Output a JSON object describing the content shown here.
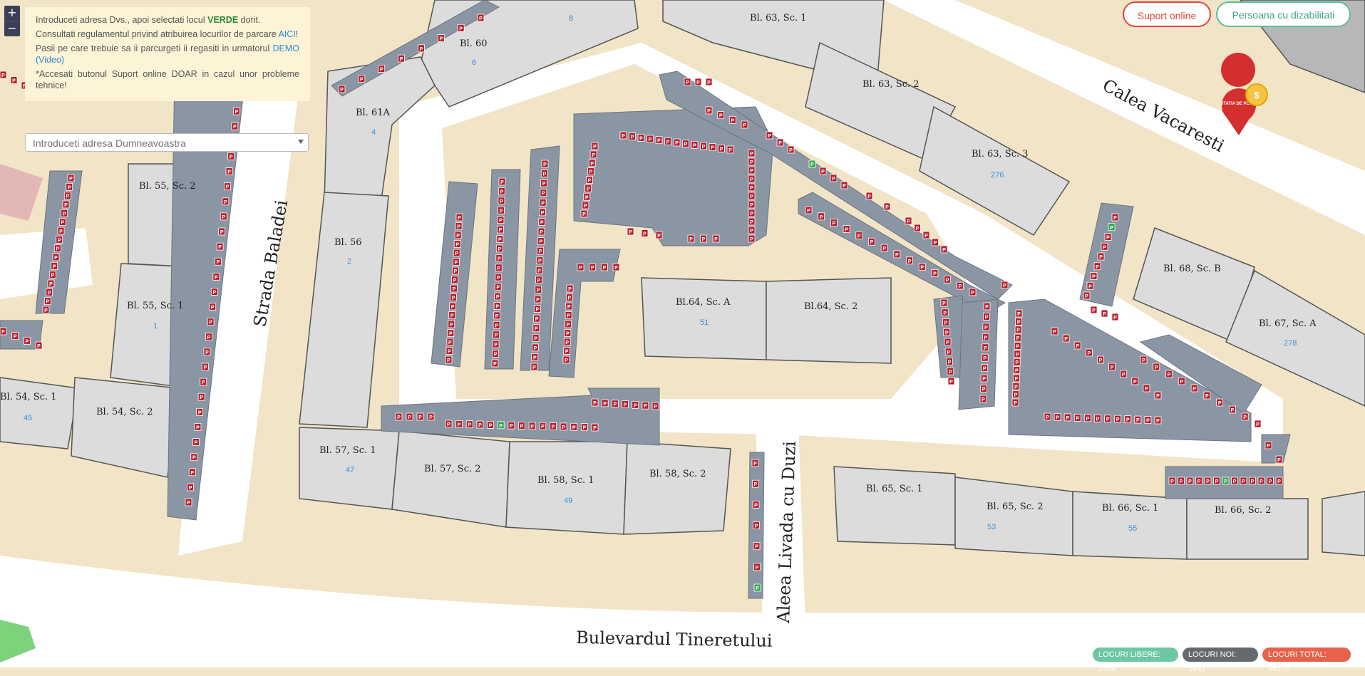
{
  "map": {
    "streets": {
      "calea_vacaresti": "Calea Vacaresti",
      "strada_baladei": "Strada Baladei",
      "aleea_livada": "Aleea Livada cu Duzi",
      "bulevardul": "Bulevardul Tineretului"
    },
    "blocks": {
      "b63_1": "Bl. 63, Sc. 1",
      "b63_2": "Bl. 63, Sc. 2",
      "b63_3": "Bl. 63, Sc. 3",
      "b63_3_num": "276",
      "b60": "Bl. 60",
      "b60_num": "6",
      "b8_num": "8",
      "b61a": "Bl. 61A",
      "b61a_num": "4",
      "b56": "Bl. 56",
      "b56_num": "2",
      "b55_2": "Bl. 55, Sc. 2",
      "b55_1": "Bl. 55, Sc. 1",
      "b55_1_num": "1",
      "b54_1": "Bl. 54, Sc. 1",
      "b54_1_num": "45",
      "b54_2": "Bl. 54, Sc. 2",
      "b57_1": "Bl. 57, Sc. 1",
      "b57_1_num": "47",
      "b57_2": "Bl. 57, Sc. 2",
      "b58_1": "Bl. 58, Sc. 1",
      "b58_1_num": "49",
      "b58_2": "Bl. 58, Sc. 2",
      "b64_a": "Bl.64, Sc. A",
      "b64_a_num": "51",
      "b64_2": "Bl.64, Sc. 2",
      "b68_b": "Bl. 68, Sc. B",
      "b67_a": "Bl. 67, Sc. A",
      "b67_a_num": "278",
      "b65_1": "Bl. 65, Sc. 1",
      "b65_2": "Bl. 65, Sc. 2",
      "b65_2_num": "53",
      "b66_1": "Bl. 66, Sc. 1",
      "b66_1_num": "55",
      "b66_2": "Bl. 66, Sc. 2"
    },
    "marker_text": "STATIA DE PLATA",
    "coin": "$",
    "parking_letter": "P"
  },
  "zoom": {
    "in": "+",
    "out": "−"
  },
  "info": {
    "line1_a": "Introduceti adresa Dvs., apoi selectati locul ",
    "line1_green": "VERDE",
    "line1_b": " dorit.",
    "line2_a": "Consultati regulamentul privind atribuirea locurilor de parcare ",
    "line2_link": "AICI",
    "line2_b": "!",
    "line3_a": "Pasii pe care trebuie sa ii parcurgeti ii regasiti in urmatorul ",
    "line3_link": "DEMO (Video)",
    "line4": "*Accesati butonul Suport online DOAR in cazul unor probleme tehnice!"
  },
  "address": {
    "placeholder": "Introduceti adresa Dumneavoastra"
  },
  "buttons": {
    "support": "Suport online",
    "disabled": "Persoana cu dizabilitati"
  },
  "stats": {
    "free": "LOCURI LIBERE: 2588",
    "new": "LOCURI NOI: 1433",
    "total": "LOCURI TOTAL: 46170"
  },
  "colors": {
    "sand": "#f2e4c6",
    "road": "#ffffff",
    "building": "#dcdcdc",
    "parking": "#8b96a4",
    "occupied": "#b3212f",
    "free": "#2ea84e",
    "accent_red": "#e1453b",
    "accent_green": "#5cbf93"
  }
}
